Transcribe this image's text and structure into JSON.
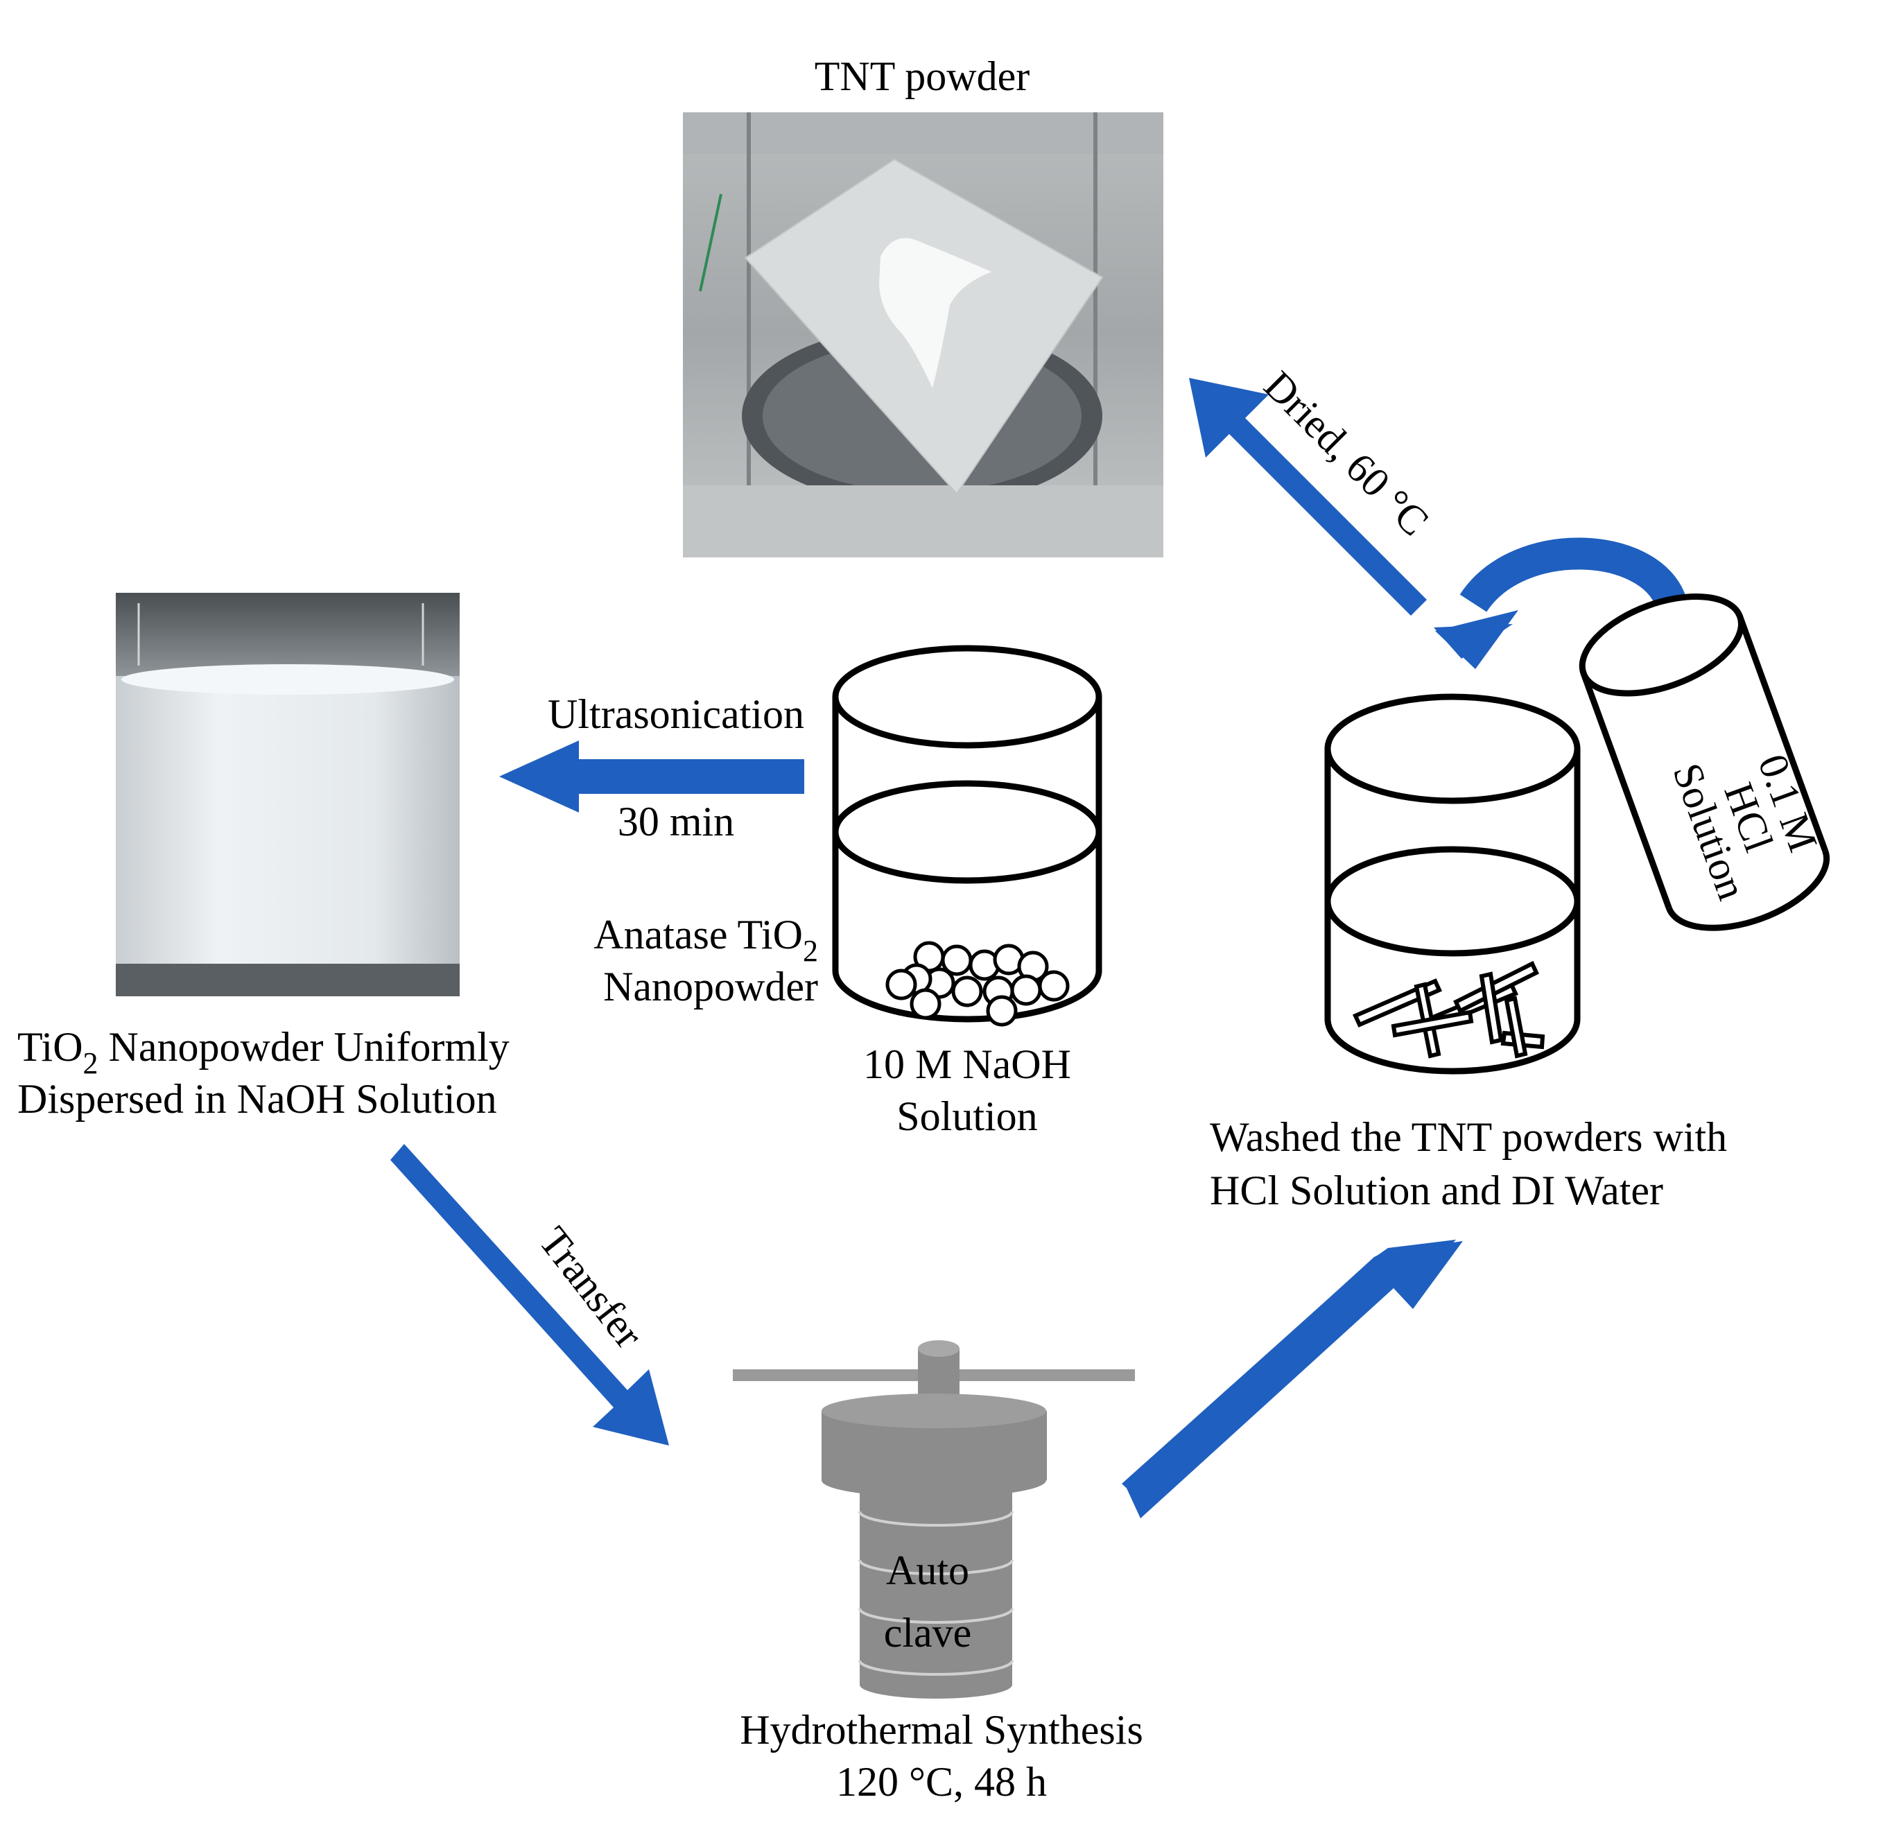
{
  "labels": {
    "tnt_powder": "TNT powder",
    "dried": "Dried, 60 °C",
    "ultrasonication": "Ultrasonication",
    "time_30": "30 min",
    "anatase_line1": "Anatase TiO",
    "anatase_line2": "Nanopowder",
    "subscript_2": "2",
    "naoh_line1": "10 M NaOH",
    "naoh_line2": "Solution",
    "tio2_line1_a": "TiO",
    "tio2_line1_b": " Nanopowder Uniformly",
    "tio2_line2": "Dispersed in NaOH Solution",
    "hcl_line1": "0.1 M",
    "hcl_line2": "HCl",
    "hcl_line3": "Solution",
    "washed_line1": "Washed the TNT powders with",
    "washed_line2": "HCl  Solution and DI Water",
    "transfer": "Transfer",
    "auto": "Auto",
    "clave": "clave",
    "hydro_line1": "Hydrothermal Synthesis",
    "hydro_line2": "120 °C, 48 h"
  },
  "colors": {
    "arrow": "#1f5fbf",
    "autoclave": "#8c8c8c",
    "autoclave_light": "#9a9a9a",
    "suspension": "#e9eef2",
    "balance_photo": "#9ea3a5"
  },
  "icons": {
    "tnt_photo": "balance-with-powder-photo",
    "tio2_photo": "beaker-white-suspension-photo",
    "naoh_beaker": "beaker-with-spheres-icon",
    "wash_beaker": "beaker-with-nanotubes-icon",
    "hcl_container": "tilted-cylinder-icon",
    "autoclave": "autoclave-icon"
  }
}
